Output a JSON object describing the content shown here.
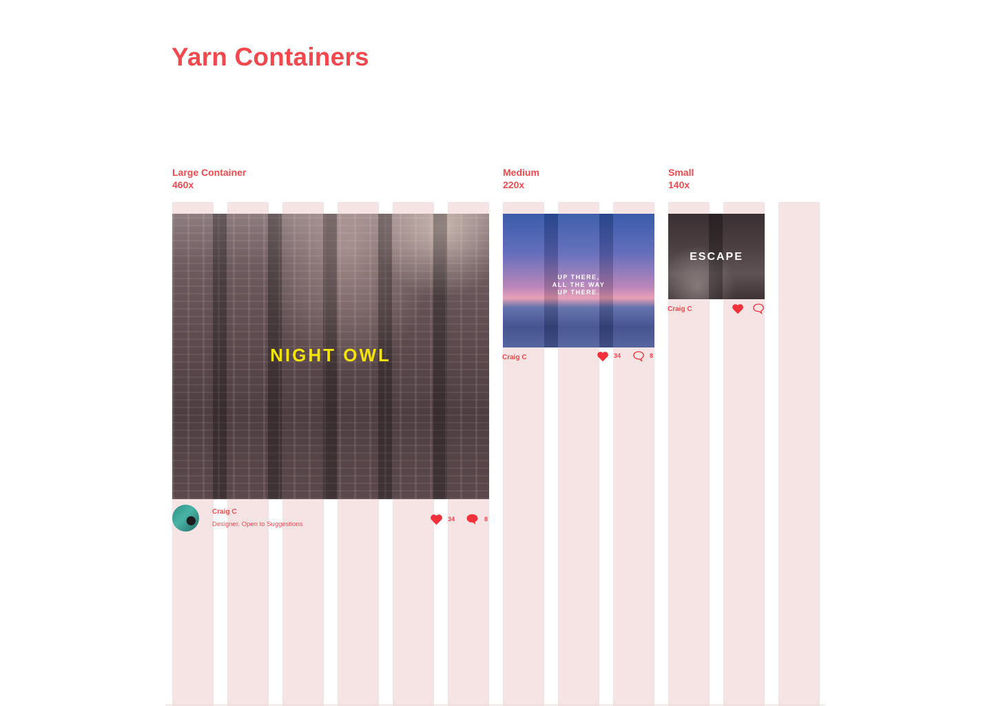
{
  "page": {
    "title": "Yarn Containers"
  },
  "sections": {
    "large": {
      "label": "Large Container",
      "size": "460x"
    },
    "medium": {
      "label": "Medium",
      "size": "220x"
    },
    "small": {
      "label": "Small",
      "size": "140x"
    }
  },
  "cards": {
    "large": {
      "image_text": "NIGHT OWL",
      "author": "Craig C",
      "bio": "Designer. Open to Suggestions",
      "likes": "34",
      "comments": "8",
      "like_icon": "heart-icon",
      "comment_icon": "speech-bubble-icon"
    },
    "medium": {
      "image_text_lines": [
        "UP THERE,",
        "ALL THE WAY",
        "UP THERE."
      ],
      "author": "Craig C",
      "likes": "34",
      "comments": "8",
      "like_icon": "heart-icon",
      "comment_icon": "speech-bubble-outline-icon"
    },
    "small": {
      "image_text": "ESCAPE",
      "author": "Craig C",
      "like_icon": "heart-icon",
      "comment_icon": "speech-bubble-outline-icon"
    }
  },
  "colors": {
    "accent": "#f4484e",
    "grid_column": "#f6e4e5",
    "night_owl_text": "#f5e400"
  }
}
